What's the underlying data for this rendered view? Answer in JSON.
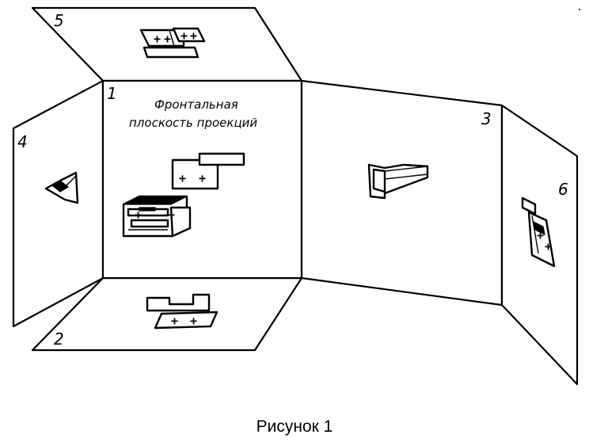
{
  "panels": {
    "frontal_number": "1",
    "horizontal_number": "2",
    "profile_number": "3",
    "left_number": "4",
    "top_number": "5",
    "right_number": "6"
  },
  "frontal_label": {
    "line1": "Фронтальная",
    "line2": "плоскость проекций"
  },
  "marks": {
    "plus": "+"
  },
  "caption": "Рисунок 1"
}
